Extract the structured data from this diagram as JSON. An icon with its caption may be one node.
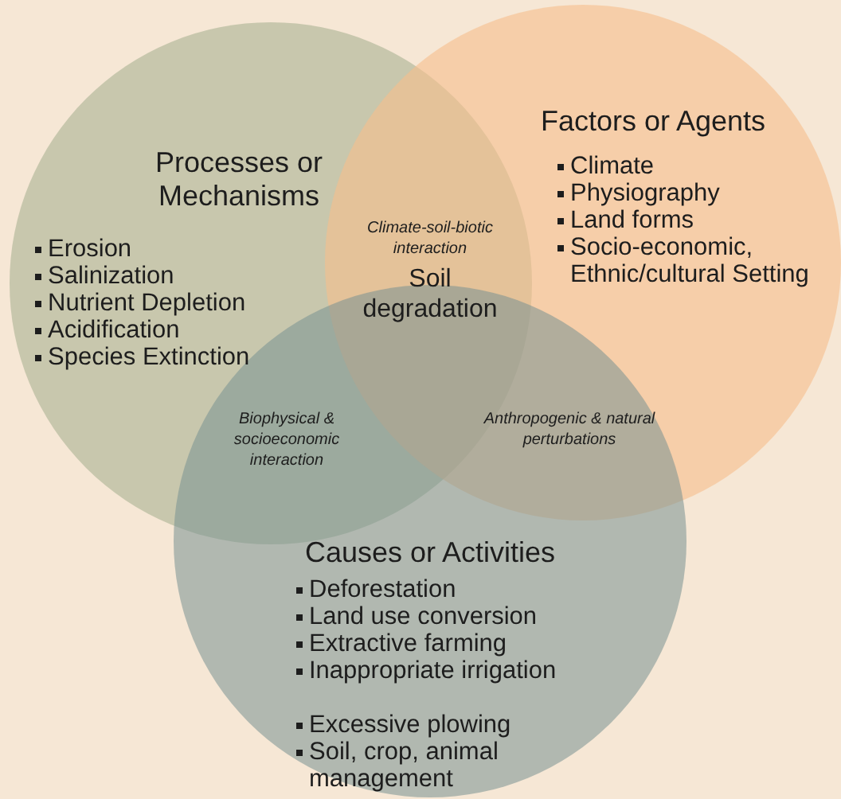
{
  "diagram": {
    "nodes": [
      {
        "text": [
          "Processes or Mechanisms",
          "Erosion",
          "Salinization",
          "Nutrient Depletion",
          "Acidification",
          "Species Extinction"
        ]
      },
      {
        "text": [
          "Factors or Agents",
          "Climate",
          "Physiography",
          "Land forms",
          "Socio-economic, Ethnic/cultural Setting"
        ]
      },
      {
        "text": [
          "Causes or Activities",
          "Deforestation",
          "Land use conversion",
          "Extractive farming",
          "Inappropriate irrigation",
          "Excessive plowing",
          "Soil, crop, animal management"
        ]
      }
    ],
    "edges": [],
    "labels": [
      "Climate-soil-biotic interaction",
      "Soil degradation",
      "Biophysical & socioeconomic interaction",
      "Anthropogenic & natural perturbations"
    ]
  }
}
